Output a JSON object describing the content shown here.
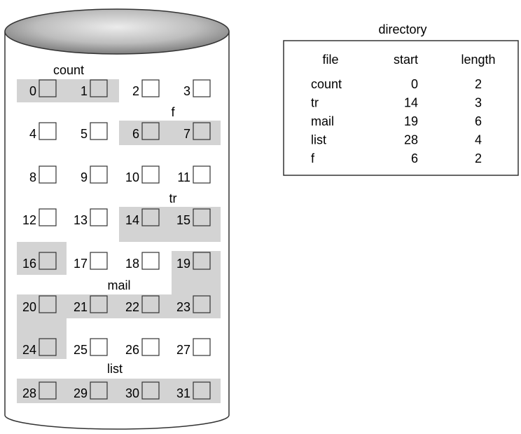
{
  "disk": {
    "blocks": [
      "0",
      "1",
      "2",
      "3",
      "4",
      "5",
      "6",
      "7",
      "8",
      "9",
      "10",
      "11",
      "12",
      "13",
      "14",
      "15",
      "16",
      "17",
      "18",
      "19",
      "20",
      "21",
      "22",
      "23",
      "24",
      "25",
      "26",
      "27",
      "28",
      "29",
      "30",
      "31"
    ],
    "allocated": [
      0,
      1,
      6,
      7,
      14,
      15,
      16,
      19,
      20,
      21,
      22,
      23,
      24,
      28,
      29,
      30,
      31
    ],
    "file_labels": {
      "count": "count",
      "f": "f",
      "tr": "tr",
      "mail": "mail",
      "list": "list"
    }
  },
  "directory": {
    "title": "directory",
    "headers": [
      "file",
      "start",
      "length"
    ],
    "rows": [
      [
        "count",
        "0",
        "2"
      ],
      [
        "tr",
        "14",
        "3"
      ],
      [
        "mail",
        "19",
        "6"
      ],
      [
        "list",
        "28",
        "4"
      ],
      [
        "f",
        "6",
        "2"
      ]
    ]
  },
  "colors": {
    "allocated_fill": "#d3d3d3",
    "box_fill": "#ffffff",
    "outline": "#333333",
    "cylinder_top": "#9e9e9e"
  }
}
